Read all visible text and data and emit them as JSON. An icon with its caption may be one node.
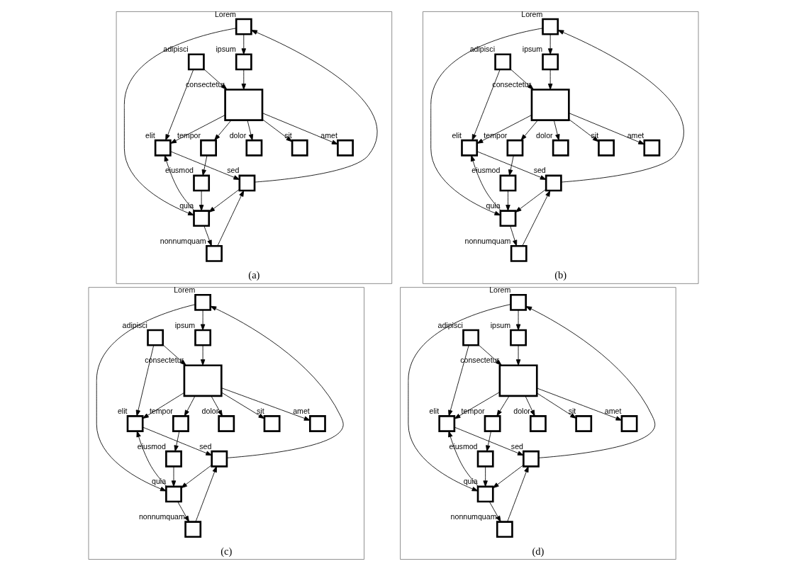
{
  "diagram": {
    "nodes": [
      {
        "text": [
          "(a)"
        ]
      },
      {
        "text": [],
        "shape": "box",
        "beside": [
          "Lorem"
        ],
        "in": 0
      },
      {
        "text": [],
        "shape": "box",
        "beside": [
          "ipsum"
        ],
        "in": 0
      },
      {
        "text": [],
        "shape": "box",
        "beside": [
          "sed"
        ],
        "in": 0
      },
      {
        "text": [],
        "shape": "box",
        "beside": [
          "adipisci"
        ],
        "in": 0
      },
      {
        "text": [],
        "shape": "box",
        "beside": [
          "elit"
        ],
        "in": 0
      },
      {
        "text": [],
        "shape": "box",
        "beside": [
          "quia"
        ],
        "in": 0
      },
      {
        "text": [],
        "shape": "box",
        "beside": [
          "nonnumquam"
        ],
        "in": 0
      },
      {
        "text": [],
        "shape": "box",
        "beside": [
          "dolor"
        ],
        "in": 0
      },
      {
        "text": [],
        "shape": "box",
        "beside": [
          "consectetur"
        ],
        "in": 0
      },
      {
        "text": [],
        "shape": "box",
        "beside": [
          "sit"
        ],
        "in": 0
      },
      {
        "text": [],
        "shape": "box",
        "beside": [
          "amet"
        ],
        "in": 0
      },
      {
        "text": [],
        "shape": "box",
        "beside": [
          "tempor"
        ],
        "in": 0
      },
      {
        "text": [],
        "shape": "box",
        "beside": [
          "eiusmod"
        ],
        "in": 0
      },
      {
        "text": [
          "(b)"
        ]
      },
      {
        "text": [],
        "shape": "box",
        "beside": [
          "Lorem"
        ],
        "in": 14
      },
      {
        "text": [],
        "shape": "box",
        "beside": [
          "ipsum"
        ],
        "in": 14
      },
      {
        "text": [],
        "shape": "box",
        "beside": [
          "sed"
        ],
        "in": 14
      },
      {
        "text": [],
        "shape": "box",
        "beside": [
          "adipisci"
        ],
        "in": 14
      },
      {
        "text": [],
        "shape": "box",
        "beside": [
          "elit"
        ],
        "in": 14
      },
      {
        "text": [],
        "shape": "box",
        "beside": [
          "quia"
        ],
        "in": 14
      },
      {
        "text": [],
        "shape": "box",
        "beside": [
          "nonnumquam"
        ],
        "in": 14
      },
      {
        "text": [],
        "shape": "box",
        "beside": [
          "dolor"
        ],
        "in": 14
      },
      {
        "text": [],
        "shape": "box",
        "beside": [
          "consectetur"
        ],
        "in": 14
      },
      {
        "text": [],
        "shape": "box",
        "beside": [
          "sit"
        ],
        "in": 14
      },
      {
        "text": [],
        "shape": "box",
        "beside": [
          "amet"
        ],
        "in": 14
      },
      {
        "text": [],
        "shape": "box",
        "beside": [
          "tempor"
        ],
        "in": 14
      },
      {
        "text": [],
        "shape": "box",
        "beside": [
          "eiusmod"
        ],
        "in": 14
      },
      {
        "text": [
          "(c)"
        ]
      },
      {
        "text": [],
        "shape": "box",
        "beside": [
          "Lorem"
        ],
        "in": 28
      },
      {
        "text": [],
        "shape": "box",
        "beside": [
          "ipsum"
        ],
        "in": 28
      },
      {
        "text": [],
        "shape": "box",
        "beside": [
          "sed"
        ],
        "in": 28
      },
      {
        "text": [],
        "shape": "box",
        "beside": [
          "adipisci"
        ],
        "in": 28
      },
      {
        "text": [],
        "shape": "box",
        "beside": [
          "elit"
        ],
        "in": 28
      },
      {
        "text": [],
        "shape": "box",
        "beside": [
          "quia"
        ],
        "in": 28
      },
      {
        "text": [],
        "shape": "box",
        "beside": [
          "nonnumquam"
        ],
        "in": 28
      },
      {
        "text": [],
        "shape": "box",
        "beside": [
          "dolor"
        ],
        "in": 28
      },
      {
        "text": [],
        "shape": "box",
        "beside": [
          "consectetur"
        ],
        "in": 28
      },
      {
        "text": [],
        "shape": "box",
        "beside": [
          "sit"
        ],
        "in": 28
      },
      {
        "text": [],
        "shape": "box",
        "beside": [
          "amet"
        ],
        "in": 28
      },
      {
        "text": [],
        "shape": "box",
        "beside": [
          "tempor"
        ],
        "in": 28
      },
      {
        "text": [],
        "shape": "box",
        "beside": [
          "eiusmod"
        ],
        "in": 28
      },
      {
        "text": [
          "(d)"
        ]
      },
      {
        "text": [],
        "shape": "box",
        "beside": [
          "Lorem"
        ],
        "in": 42
      },
      {
        "text": [],
        "shape": "box",
        "beside": [
          "ipsum"
        ],
        "in": 42
      },
      {
        "text": [],
        "shape": "box",
        "beside": [
          "sed"
        ],
        "in": 42
      },
      {
        "text": [],
        "shape": "box",
        "beside": [
          "adipisci"
        ],
        "in": 42
      },
      {
        "text": [],
        "shape": "box",
        "beside": [
          "elit"
        ],
        "in": 42
      },
      {
        "text": [],
        "shape": "box",
        "beside": [
          "quia"
        ],
        "in": 42
      },
      {
        "text": [],
        "shape": "box",
        "beside": [
          "nonnumquam"
        ],
        "in": 42
      },
      {
        "text": [],
        "shape": "box",
        "beside": [
          "dolor"
        ],
        "in": 42
      },
      {
        "text": [],
        "shape": "box",
        "beside": [
          "consectetur"
        ],
        "in": 42
      },
      {
        "text": [],
        "shape": "box",
        "beside": [
          "sit"
        ],
        "in": 42
      },
      {
        "text": [],
        "shape": "box",
        "beside": [
          "amet"
        ],
        "in": 42
      },
      {
        "text": [],
        "shape": "box",
        "beside": [
          "tempor"
        ],
        "in": 42
      },
      {
        "text": [],
        "shape": "box",
        "beside": [
          "eiusmod"
        ],
        "in": 42
      }
    ],
    "edges": [
      {
        "from": 1,
        "to": 2,
        "arrow": "to"
      },
      {
        "from": 3,
        "to": 1,
        "arrow": "to"
      },
      {
        "from": 1,
        "to": 6,
        "arrow": "to"
      },
      {
        "from": 3,
        "to": 6,
        "arrow": "to"
      },
      {
        "from": 5,
        "to": 3,
        "arrow": "to"
      },
      {
        "from": 4,
        "to": 5,
        "arrow": "to"
      },
      {
        "from": 4,
        "to": 9,
        "arrow": "to"
      },
      {
        "from": 2,
        "to": 9,
        "arrow": "to"
      },
      {
        "from": 9,
        "to": 5,
        "arrow": "to"
      },
      {
        "from": 6,
        "to": 5,
        "arrow": "to"
      },
      {
        "from": 6,
        "to": 7,
        "arrow": "to"
      },
      {
        "from": 7,
        "to": 3,
        "arrow": "to"
      },
      {
        "from": 9,
        "to": 8,
        "arrow": "to"
      },
      {
        "from": 9,
        "to": 10,
        "arrow": "to"
      },
      {
        "from": 9,
        "to": 11,
        "arrow": "to"
      },
      {
        "from": 9,
        "to": 12,
        "arrow": "to"
      },
      {
        "from": 12,
        "to": 13,
        "arrow": "to"
      },
      {
        "from": 13,
        "to": 6,
        "arrow": "to"
      },
      {
        "from": 15,
        "to": 16,
        "arrow": "to"
      },
      {
        "from": 17,
        "to": 15,
        "arrow": "to"
      },
      {
        "from": 15,
        "to": 20,
        "arrow": "to"
      },
      {
        "from": 17,
        "to": 20,
        "arrow": "to"
      },
      {
        "from": 19,
        "to": 17,
        "arrow": "to"
      },
      {
        "from": 18,
        "to": 19,
        "arrow": "to"
      },
      {
        "from": 18,
        "to": 23,
        "arrow": "to"
      },
      {
        "from": 16,
        "to": 23,
        "arrow": "to"
      },
      {
        "from": 23,
        "to": 19,
        "arrow": "to"
      },
      {
        "from": 20,
        "to": 19,
        "arrow": "to"
      },
      {
        "from": 20,
        "to": 21,
        "arrow": "to"
      },
      {
        "from": 21,
        "to": 17,
        "arrow": "to"
      },
      {
        "from": 23,
        "to": 22,
        "arrow": "to"
      },
      {
        "from": 23,
        "to": 24,
        "arrow": "to"
      },
      {
        "from": 23,
        "to": 25,
        "arrow": "to"
      },
      {
        "from": 23,
        "to": 26,
        "arrow": "to"
      },
      {
        "from": 26,
        "to": 27,
        "arrow": "to"
      },
      {
        "from": 27,
        "to": 20,
        "arrow": "to"
      },
      {
        "from": 29,
        "to": 30,
        "arrow": "to"
      },
      {
        "from": 31,
        "to": 29,
        "arrow": "to"
      },
      {
        "from": 29,
        "to": 34,
        "arrow": "to"
      },
      {
        "from": 31,
        "to": 34,
        "arrow": "to"
      },
      {
        "from": 33,
        "to": 31,
        "arrow": "to"
      },
      {
        "from": 32,
        "to": 33,
        "arrow": "to"
      },
      {
        "from": 32,
        "to": 37,
        "arrow": "to"
      },
      {
        "from": 30,
        "to": 37,
        "arrow": "to"
      },
      {
        "from": 37,
        "to": 33,
        "arrow": "to"
      },
      {
        "from": 34,
        "to": 33,
        "arrow": "to"
      },
      {
        "from": 34,
        "to": 35,
        "arrow": "to"
      },
      {
        "from": 35,
        "to": 31,
        "arrow": "to"
      },
      {
        "from": 37,
        "to": 36,
        "arrow": "to"
      },
      {
        "from": 37,
        "to": 38,
        "arrow": "to"
      },
      {
        "from": 37,
        "to": 39,
        "arrow": "to"
      },
      {
        "from": 37,
        "to": 40,
        "arrow": "to"
      },
      {
        "from": 40,
        "to": 41,
        "arrow": "to"
      },
      {
        "from": 41,
        "to": 34,
        "arrow": "to"
      },
      {
        "from": 43,
        "to": 44,
        "arrow": "to"
      },
      {
        "from": 45,
        "to": 43,
        "arrow": "to"
      },
      {
        "from": 43,
        "to": 48,
        "arrow": "to"
      },
      {
        "from": 45,
        "to": 48,
        "arrow": "to"
      },
      {
        "from": 47,
        "to": 45,
        "arrow": "to"
      },
      {
        "from": 46,
        "to": 47,
        "arrow": "to"
      },
      {
        "from": 46,
        "to": 51,
        "arrow": "to"
      },
      {
        "from": 44,
        "to": 51,
        "arrow": "to"
      },
      {
        "from": 51,
        "to": 47,
        "arrow": "to"
      },
      {
        "from": 48,
        "to": 47,
        "arrow": "to"
      },
      {
        "from": 48,
        "to": 49,
        "arrow": "to"
      },
      {
        "from": 49,
        "to": 45,
        "arrow": "to"
      },
      {
        "from": 51,
        "to": 50,
        "arrow": "to"
      },
      {
        "from": 51,
        "to": 52,
        "arrow": "to"
      },
      {
        "from": 51,
        "to": 53,
        "arrow": "to"
      },
      {
        "from": 51,
        "to": 54,
        "arrow": "to"
      },
      {
        "from": 54,
        "to": 55,
        "arrow": "to"
      },
      {
        "from": 55,
        "to": 48,
        "arrow": "to"
      }
    ]
  }
}
